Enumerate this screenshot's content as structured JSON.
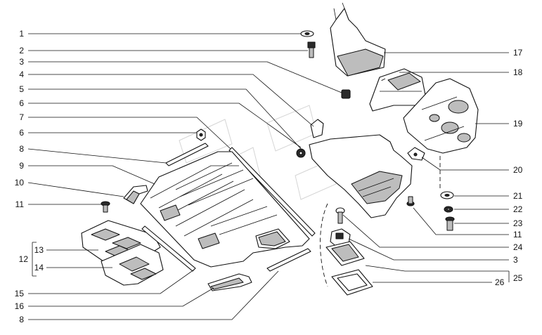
{
  "callouts_left": [
    "1",
    "2",
    "3",
    "4",
    "5",
    "6",
    "7",
    "6",
    "8",
    "9",
    "10",
    "11",
    "13",
    "14",
    "12",
    "15",
    "16",
    "8"
  ],
  "callouts_right": [
    "17",
    "18",
    "19",
    "20",
    "21",
    "22",
    "23",
    "11",
    "24",
    "3",
    "26",
    "25"
  ]
}
